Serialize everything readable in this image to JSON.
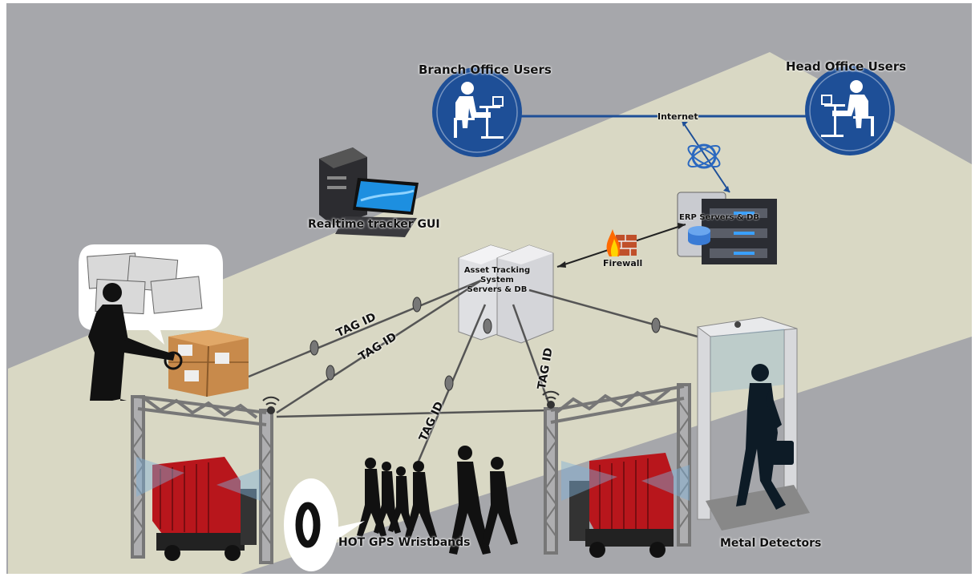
{
  "labels": {
    "branch_office": "Branch Office Users",
    "head_office": "Head Office Users",
    "internet": "Internet",
    "erp_server": "ERP Servers & DB",
    "firewall": "Firewall",
    "realtime_gui": "Realtime tracker GUI",
    "asset_tracking_line1": "Asset Tracking",
    "asset_tracking_line2": "System",
    "asset_tracking_line3": "Servers & DB",
    "tag_id": "TAG ID",
    "wristbands": "HOT GPS Wristbands",
    "metal_detectors": "Metal Detectors"
  },
  "colors": {
    "background": "#a6a7ab",
    "floor": "#d9d8c4",
    "user_badge": "#1e4f97",
    "link_line": "#1e4f97",
    "container": "#b8161c",
    "wire": "#555555"
  },
  "icons": [
    "user-at-desk-icon",
    "globe-icon",
    "server-rack-icon",
    "firewall-icon",
    "desktop-computer-icon",
    "server-tower-icon",
    "antenna-icon",
    "truck-icon",
    "gantry-icon",
    "metal-detector-icon",
    "wristband-icon",
    "boxes-icon",
    "person-silhouette-icon"
  ]
}
